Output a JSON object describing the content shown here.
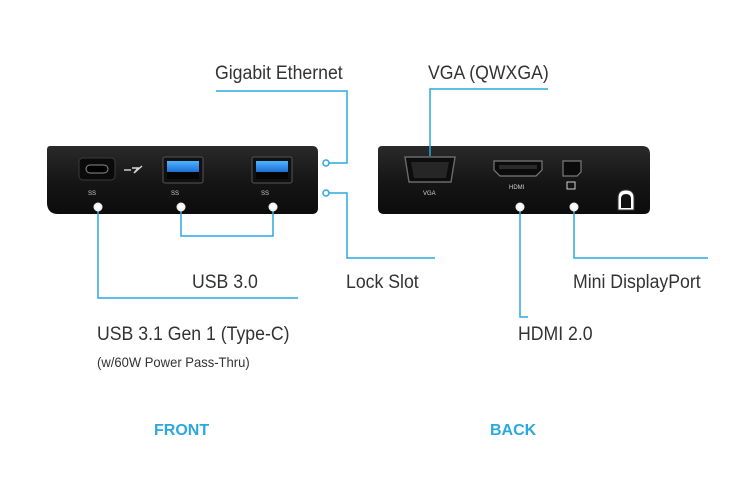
{
  "colors": {
    "accent": "#29a9e0",
    "device": "#1c1c1c",
    "text": "#333333"
  },
  "sections": {
    "front": "FRONT",
    "back": "BACK"
  },
  "labels": {
    "gigabit_ethernet": "Gigabit Ethernet",
    "vga_qwxga": "VGA (QWXGA)",
    "usb30": "USB 3.0",
    "lock_slot": "Lock Slot",
    "mini_displayport": "Mini DisplayPort",
    "usb31": "USB 3.1 Gen 1 (Type-C)",
    "usb31_note": "(w/60W Power Pass-Thru)",
    "hdmi20": "HDMI 2.0"
  },
  "port_text": {
    "vga": "VGA",
    "hdmi": "HDMI",
    "ss": "SS"
  }
}
